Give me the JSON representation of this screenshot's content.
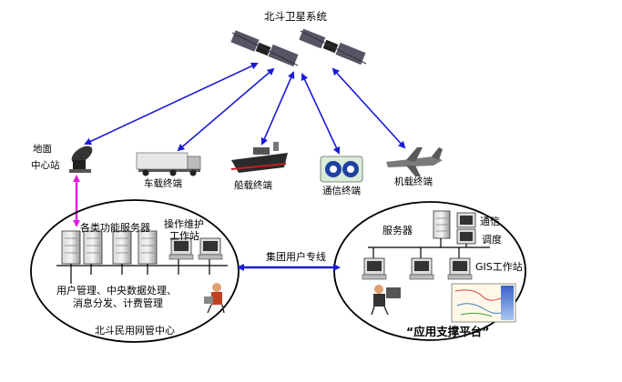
{
  "title": "北斗卫星系统",
  "terminals": {
    "ground_station": [
      "地面",
      "中心站"
    ],
    "vehicle": "车载终端",
    "ship": "船载终端",
    "comm": "通信终端",
    "aircraft": "机载终端"
  },
  "left_center": {
    "servers_label": "各类功能服务器",
    "workstation_label": [
      "操作维护",
      "工作站"
    ],
    "functions": [
      "用户管理、中央数据处理、",
      "消息分发、计费管理"
    ],
    "name": "北斗民用网管中心"
  },
  "link_label": "集团用户专线",
  "right_platform": {
    "server_label": "服务器",
    "comm_label": "通信",
    "dispatch_label": "调度",
    "gis_label": "GIS工作站",
    "name": "“应用支撑平台”"
  },
  "colors": {
    "arrow_blue": "#1c1cd6",
    "arrow_magenta": "#e020e0",
    "outline": "#000000"
  }
}
